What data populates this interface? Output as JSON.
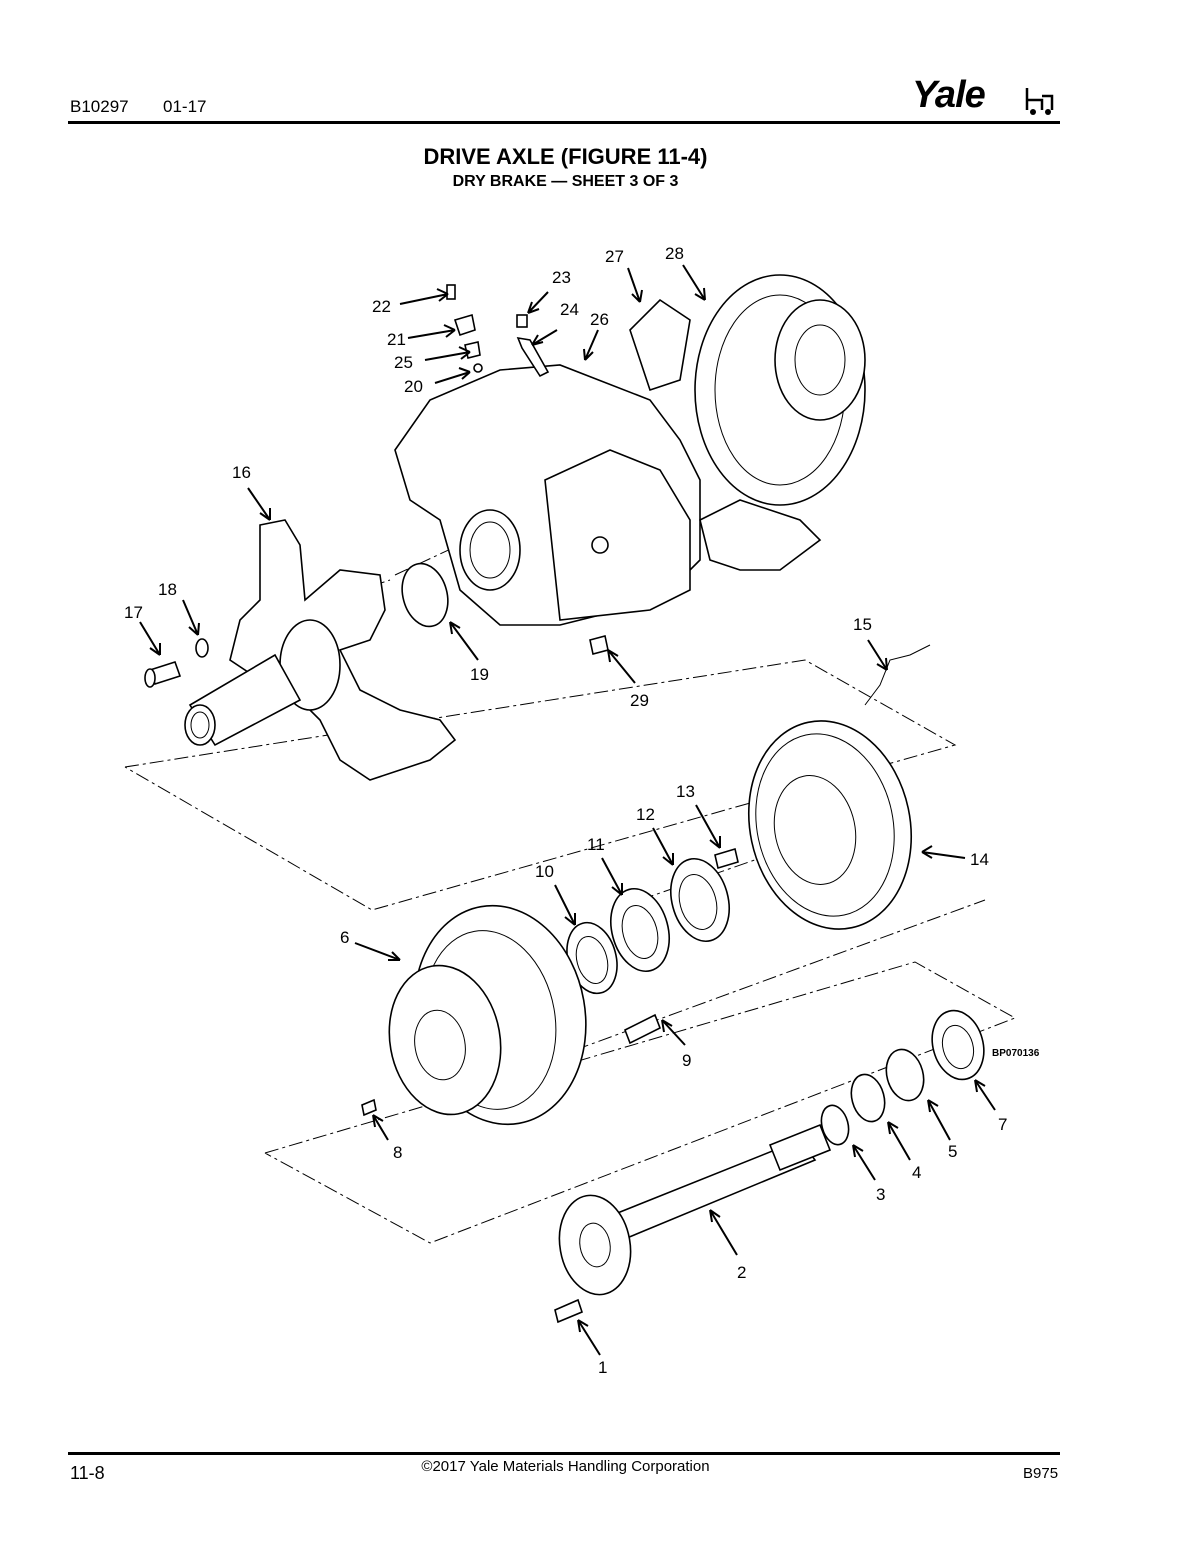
{
  "header": {
    "doc_code": "B10297",
    "date": "01-17",
    "logo_text": "Yale"
  },
  "title": "DRIVE AXLE (FIGURE 11-4)",
  "subtitle": "DRY BRAKE — SHEET 3 OF 3",
  "figure_id": "BP070136",
  "callouts": [
    "1",
    "2",
    "3",
    "4",
    "5",
    "6",
    "7",
    "8",
    "9",
    "10",
    "11",
    "12",
    "13",
    "14",
    "15",
    "16",
    "17",
    "18",
    "19",
    "20",
    "21",
    "22",
    "23",
    "24",
    "25",
    "26",
    "27",
    "28",
    "29"
  ],
  "footer": {
    "page_number": "11-8",
    "copyright": "©2017 Yale Materials Handling Corporation",
    "manual_code": "B975"
  }
}
